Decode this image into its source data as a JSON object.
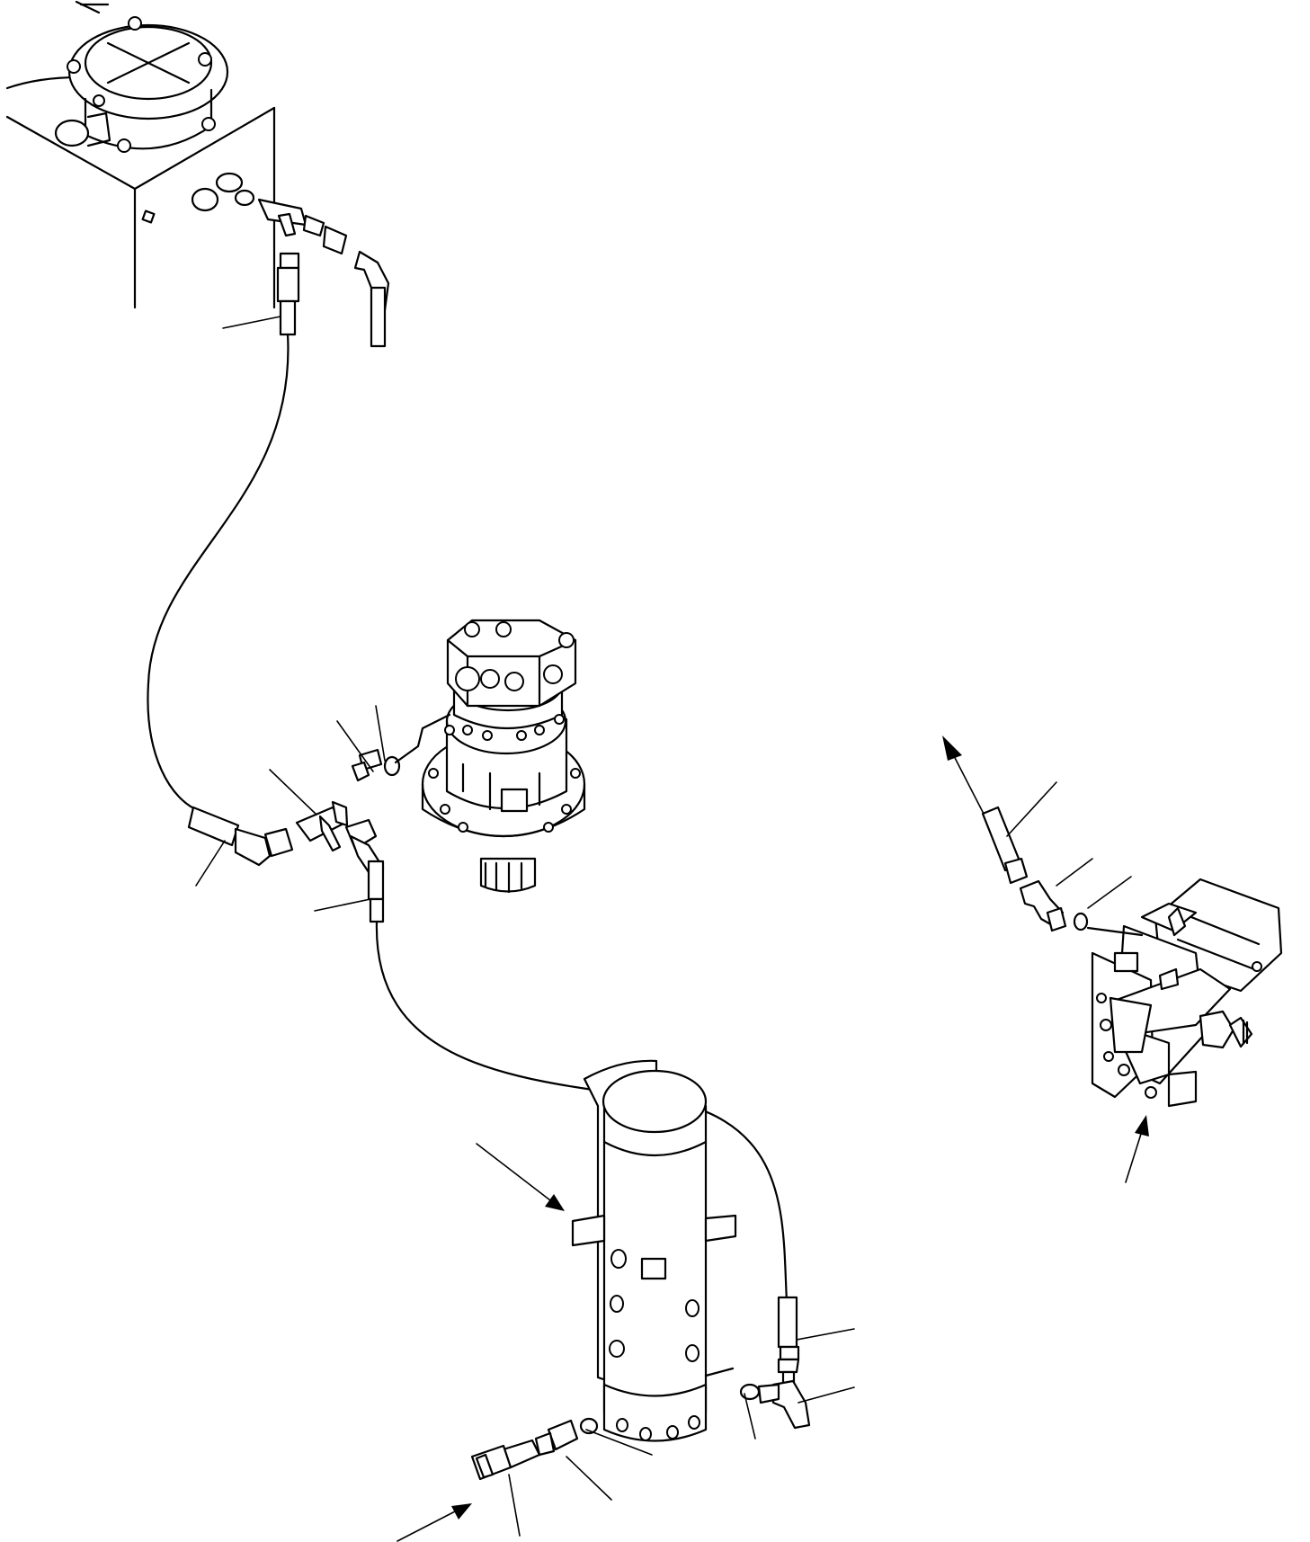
{
  "diagram": {
    "type": "hydraulic-piping-exploded-view",
    "text_labels": [],
    "components": [
      "hydraulic-tank",
      "swing-motor",
      "swivel-joint",
      "hydraulic-pump"
    ],
    "icons": {
      "arrow": "arrow-icon",
      "leader": "leader-line"
    },
    "colors": {
      "ink": "#000000",
      "paper": "#ffffff"
    }
  }
}
